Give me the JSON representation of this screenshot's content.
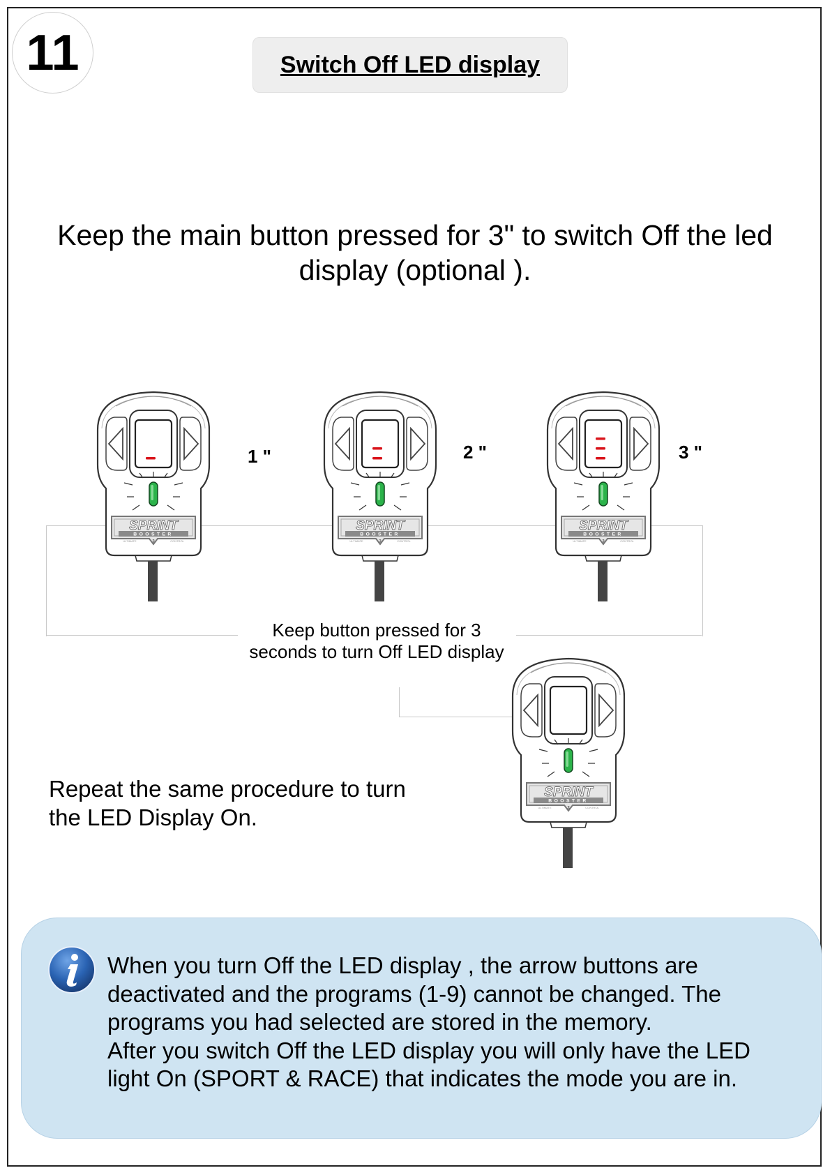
{
  "page": {
    "number": "11",
    "title": "Switch Off LED display"
  },
  "instruction": "Keep the main button pressed for 3\" to switch Off the led display (optional ).",
  "steps": [
    {
      "label": "1 \"",
      "lit_segments": 1
    },
    {
      "label": "2 \"",
      "lit_segments": 2
    },
    {
      "label": "3 \"",
      "lit_segments": 3
    }
  ],
  "device": {
    "brand": "SPRINT",
    "sub": "BOOSTER",
    "tagline_left": "ULTIMATE",
    "tagline_right": "CONTROL",
    "model": "3"
  },
  "caption": "Keep button pressed for 3 seconds to turn Off LED display",
  "repeat_note": "Repeat the same procedure to turn the LED Display On.",
  "info": {
    "paragraph1": "When you turn Off the LED display , the arrow buttons are deactivated and the programs (1-9) cannot be changed. The programs you had selected are stored in the memory.",
    "paragraph2": "After you switch Off the LED display you will only have the LED light On (SPORT & RACE) that indicates the mode you are in."
  },
  "colors": {
    "led_segment": "#d9141b",
    "status_led": "#2bb34a",
    "info_bg": "#cfe4f2",
    "info_icon": "#2a63b3"
  }
}
